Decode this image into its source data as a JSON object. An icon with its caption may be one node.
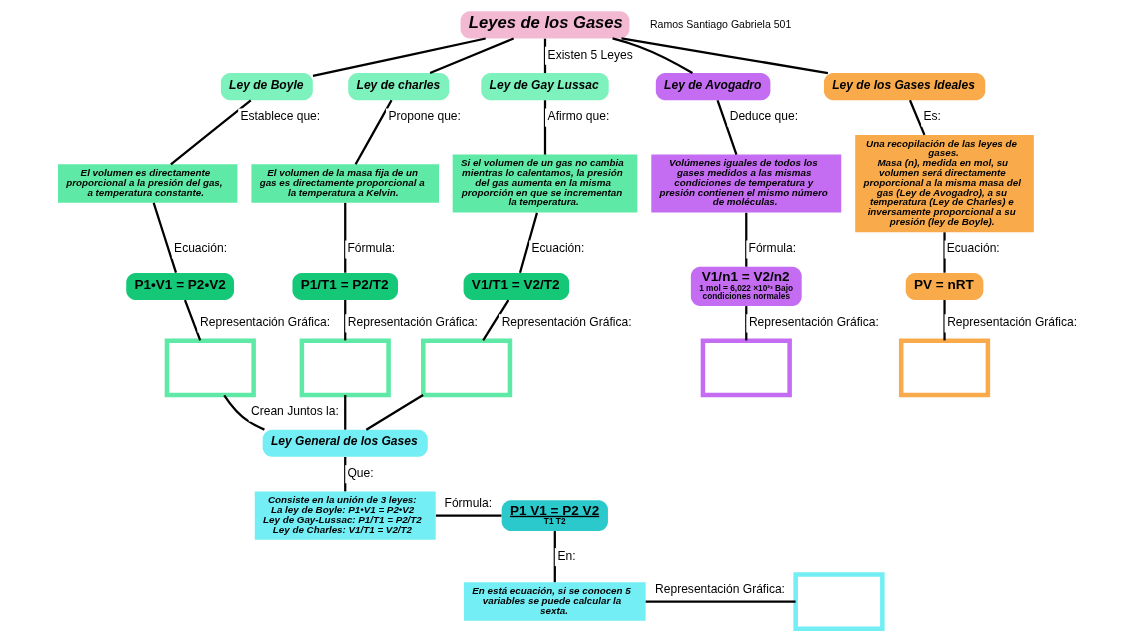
{
  "diagram": {
    "nodes": [
      {
        "text": [
          "Leyes de los Gases"
        ]
      },
      {
        "text": [
          "Ley de Boyle"
        ]
      },
      {
        "text": [
          "El volumen es directamente proporcional a la presión del gas, a temperatura constante."
        ]
      },
      {
        "text": [
          "P1•V1 = P2•V2"
        ]
      },
      {
        "text": [],
        "shape": "box"
      },
      {
        "text": [
          "Ley de charles"
        ]
      },
      {
        "text": [
          "El volumen de la masa fija de un gas es directamente proporcional a la temperatura a Kelvin."
        ]
      },
      {
        "text": [
          "P1/T1 = P2/T2"
        ]
      },
      {
        "text": [],
        "shape": "box"
      },
      {
        "text": [
          "Ley de Gay Lussac"
        ]
      },
      {
        "text": [
          "Si el volumen de un gas no cambia mientras lo calentamos, la presión del gas aumenta en la misma proporción en que se incrementan la temperatura."
        ]
      },
      {
        "text": [
          "V1/T1 = V2/T2"
        ]
      },
      {
        "text": [],
        "shape": "box"
      },
      {
        "text": [
          "Ley de Avogadro"
        ]
      },
      {
        "text": [
          "Volúmenes iguales de todos los gases medidos a las mismas condiciones de temperatura y presión contienen el mismo número de moléculas."
        ]
      },
      {
        "text": [
          "V1/n1 = V2/n2",
          "1 mol = 6,022 ×10²³ Bajo condiciones normales"
        ]
      },
      {
        "text": [],
        "shape": "box"
      },
      {
        "text": [
          "Ley de los Gases Ideales"
        ]
      },
      {
        "text": [
          "Una recopilación de las leyes de gases.",
          "Masa (n), medida en mol, su volumen será directamente proporcional a la misma masa del gas (Ley de Avogadro), a su temperatura (Ley de Charles) e inversamente proporcional a su presión (ley de Boyle)."
        ]
      },
      {
        "text": [
          "PV = nRT"
        ]
      },
      {
        "text": [],
        "shape": "box"
      },
      {
        "text": [
          "Ley General de los Gases"
        ]
      },
      {
        "text": [
          "Consiste en la unión de 3 leyes:",
          "La ley de Boyle: P1•V1 = P2•V2",
          "Ley de Gay-Lussac: P1/T1 = P2/T2",
          "Ley de Charles: V1/T1 = V2/T2"
        ]
      },
      {
        "text": [
          "P1 V1 = P2 V2",
          "T1 T2"
        ]
      },
      {
        "text": [
          "En está ecuación, si se conocen 5 variables se puede calcular la sexta."
        ]
      },
      {
        "text": [],
        "shape": "box"
      }
    ],
    "edges": [
      {
        "from": 0,
        "to": 1,
        "arrow": "none"
      },
      {
        "from": 0,
        "to": 5,
        "arrow": "none"
      },
      {
        "from": 0,
        "to": 9,
        "arrow": "none",
        "label": "Existen 5 Leyes"
      },
      {
        "from": 0,
        "to": 13,
        "arrow": "none"
      },
      {
        "from": 0,
        "to": 17,
        "arrow": "none"
      },
      {
        "from": 1,
        "to": 2,
        "arrow": "none",
        "label": "Establece que:"
      },
      {
        "from": 2,
        "to": 3,
        "arrow": "none",
        "label": "Ecuación:"
      },
      {
        "from": 3,
        "to": 4,
        "arrow": "none",
        "label": "Representación Gráfica:"
      },
      {
        "from": 5,
        "to": 6,
        "arrow": "none",
        "label": "Propone que:"
      },
      {
        "from": 6,
        "to": 7,
        "arrow": "none",
        "label": "Fórmula:"
      },
      {
        "from": 7,
        "to": 8,
        "arrow": "none",
        "label": "Representación Gráfica:"
      },
      {
        "from": 9,
        "to": 10,
        "arrow": "none",
        "label": "Afirmo que:"
      },
      {
        "from": 10,
        "to": 11,
        "arrow": "none",
        "label": "Ecuación:"
      },
      {
        "from": 11,
        "to": 12,
        "arrow": "none",
        "label": "Representación Gráfica:"
      },
      {
        "from": 13,
        "to": 14,
        "arrow": "none",
        "label": "Deduce que:"
      },
      {
        "from": 14,
        "to": 15,
        "arrow": "none",
        "label": "Fórmula:"
      },
      {
        "from": 15,
        "to": 16,
        "arrow": "none",
        "label": "Representación Gráfica:"
      },
      {
        "from": 17,
        "to": 18,
        "arrow": "none",
        "label": "Es:"
      },
      {
        "from": 18,
        "to": 19,
        "arrow": "none",
        "label": "Ecuación:"
      },
      {
        "from": 19,
        "to": 20,
        "arrow": "none",
        "label": "Representación Gráfica:"
      },
      {
        "from": 4,
        "to": 21,
        "arrow": "none",
        "label": "Crean Juntos la:"
      },
      {
        "from": 8,
        "to": 21,
        "arrow": "none"
      },
      {
        "from": 12,
        "to": 21,
        "arrow": "none"
      },
      {
        "from": 21,
        "to": 22,
        "arrow": "none",
        "label": "Que:"
      },
      {
        "from": 22,
        "to": 23,
        "arrow": "none",
        "label": "Fórmula:"
      },
      {
        "from": 23,
        "to": 24,
        "arrow": "none",
        "label": "En:"
      },
      {
        "from": 24,
        "to": 25,
        "arrow": "none",
        "label": "Representación Gráfica:"
      }
    ],
    "labels": [
      "Ramos Santiago Gabriela 501"
    ]
  }
}
